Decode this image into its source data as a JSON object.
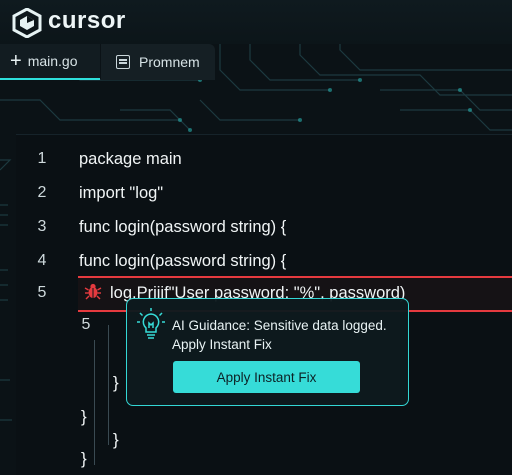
{
  "app": {
    "brand": "cursor",
    "logo_icon": "cursor-logo-icon"
  },
  "tabs": [
    {
      "label": "main.go",
      "icon": "plus-icon",
      "active": true
    },
    {
      "label": "Promnem",
      "icon": "file-icon",
      "active": false
    }
  ],
  "editor": {
    "lines": [
      {
        "num": "1",
        "code": "package main"
      },
      {
        "num": "2",
        "code": "import \"log\""
      },
      {
        "num": "3",
        "code": "func login(password string) {"
      },
      {
        "num": "4",
        "code": "func login(password string) {"
      },
      {
        "num": "5",
        "code": "log.Priiif\"User password: \"%\", password)"
      },
      {
        "num": "5",
        "code": ""
      }
    ],
    "error_icon": "bug-icon",
    "braces": [
      "}",
      "}",
      "}",
      "}"
    ]
  },
  "popup": {
    "icon": "lightbulb-icon",
    "message": "AI Guidance: Sensitive data logged.",
    "message2": "Apply Instant Fix",
    "button_label": "Apply Instant Fix"
  },
  "colors": {
    "accent": "#36dcd8",
    "error": "#e53a3f",
    "background": "#0b1216"
  }
}
